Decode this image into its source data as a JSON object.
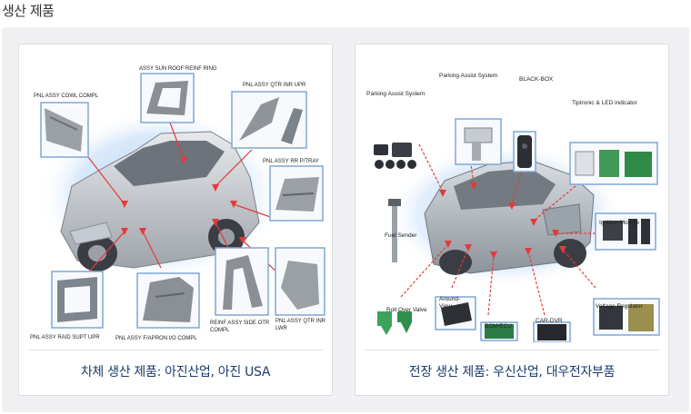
{
  "page_title": "생산 제품",
  "cards": [
    {
      "caption": "차체 생산 제품: 아진산업, 아진 USA",
      "labels": {
        "sunroof": "ASSY SUN ROOF REINF RING",
        "cowl": "PNL ASSY COWL COMPL",
        "qtr_inr_upr": "PNL ASSY QTR INR UPR",
        "rr_tray": "PNL ASSY RR P/TRAY",
        "side_otr_1": "REINF ASSY SIDE OTR",
        "side_otr_2": "COMPL",
        "qtr_lwr_1": "PNL ASSY QTR INR",
        "qtr_lwr_2": "LWR",
        "raid": "PNL ASSY RAID SUPT UPR",
        "apron": "PNL ASSY F/APRON I/O COMPL"
      }
    },
    {
      "caption": "전장 생산 제품: 우신산업, 대우전자부품",
      "labels": {
        "parking_1": "Parking Assist System",
        "parking_2": "Parking Assist System",
        "blackbox": "BLACK-BOX",
        "tiptronic": "Tiptronic & LED indicator",
        "fuel": "Fuel Sender",
        "ignition": "Ignition Module",
        "rollover": "Roll Over Valve",
        "around_1": "Around-",
        "around_2": "View",
        "bcm": "BCM/ECU",
        "cardvr": "CAR-DVR",
        "voltage": "Voltage Regulator"
      }
    }
  ]
}
